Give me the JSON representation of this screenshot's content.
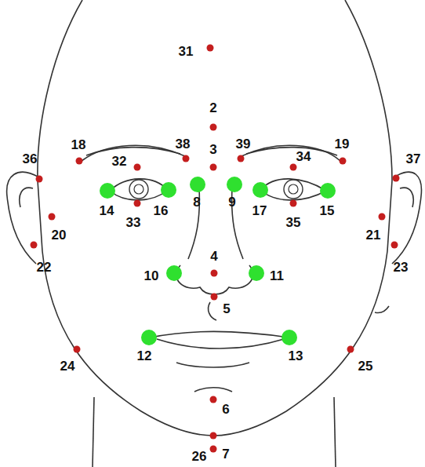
{
  "diagram": {
    "labels": [
      "31",
      "2",
      "3",
      "18",
      "38",
      "39",
      "19",
      "36",
      "32",
      "34",
      "37",
      "14",
      "16",
      "8",
      "9",
      "17",
      "15",
      "33",
      "35",
      "20",
      "21",
      "22",
      "23",
      "4",
      "10",
      "11",
      "5",
      "12",
      "13",
      "24",
      "25",
      "6",
      "26",
      "7"
    ]
  }
}
